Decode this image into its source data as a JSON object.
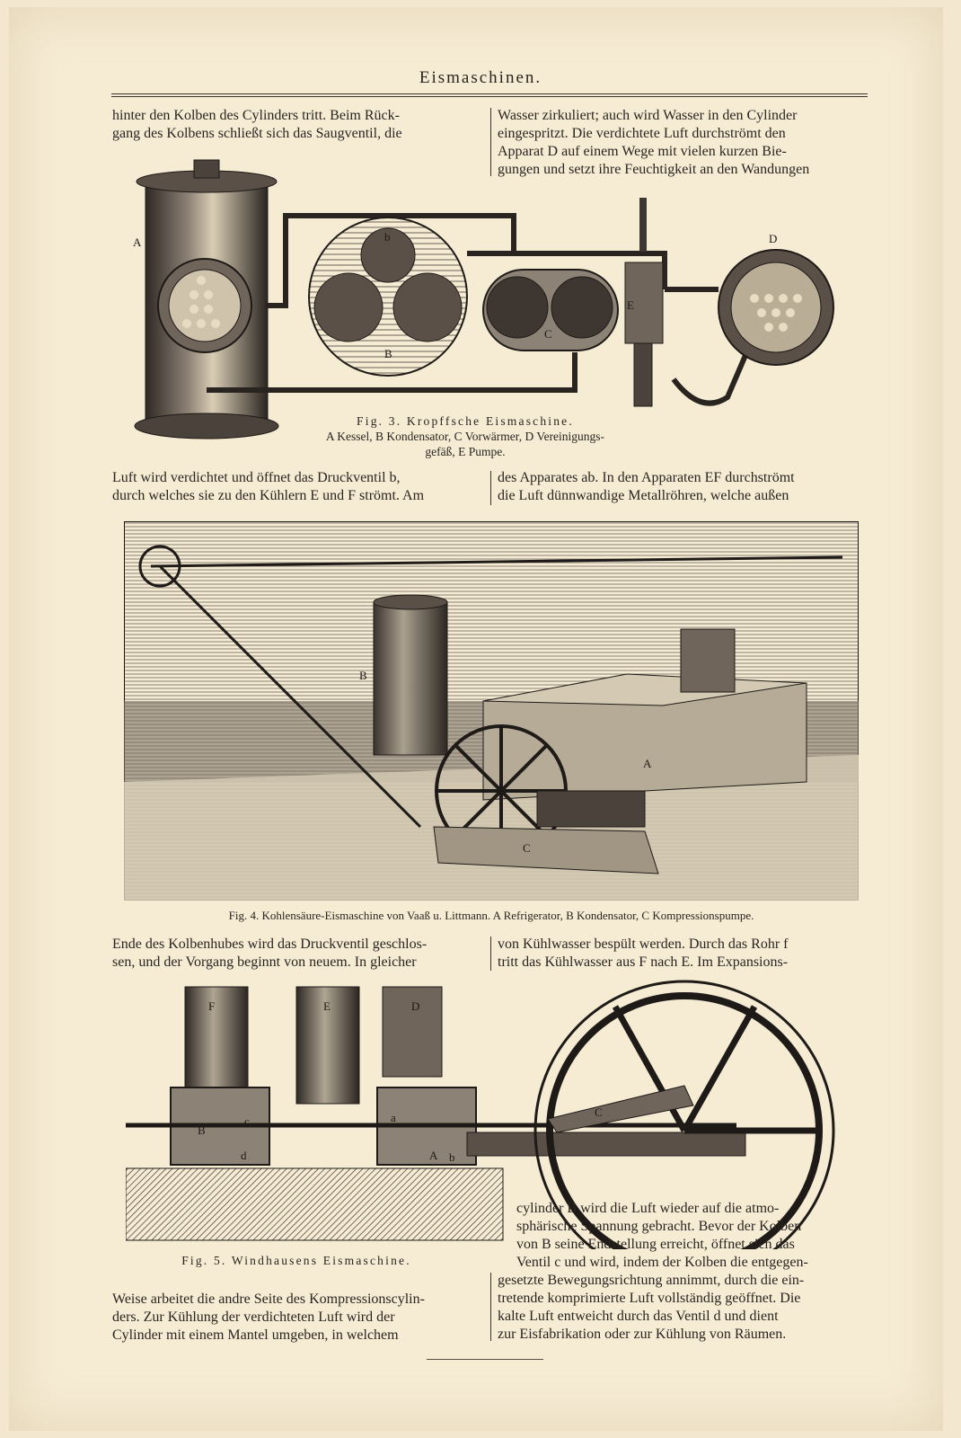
{
  "header": {
    "title": "Eismaschinen."
  },
  "section1": {
    "left": [
      "hinter den Kolben des Cylinders tritt. Beim Rück-",
      "gang des Kolbens schließt sich das Saugventil, die"
    ],
    "right": [
      "Wasser zirkuliert; auch wird Wasser in den Cylinder",
      "eingespritzt. Die verdichtete Luft durchströmt den",
      "Apparat D auf einem Wege mit vielen kurzen Bie-",
      "gungen und setzt ihre Feuchtigkeit an den Wandungen"
    ]
  },
  "fig3": {
    "title": "Fig. 3. Kropffsche Eismaschine.",
    "legend": [
      "A Kessel, B Kondensator, C Vorwärmer, D Vereinigungs-",
      "gefäß, E Pumpe."
    ],
    "labels": {
      "a": "A",
      "b": "B",
      "c": "C",
      "d": "D",
      "e": "E",
      "bb": "b"
    }
  },
  "section2": {
    "left": [
      "Luft wird verdichtet und öffnet das Druckventil b,",
      "durch welches sie zu den Kühlern E und F strömt. Am"
    ],
    "right": [
      "des Apparates ab. In den Apparaten EF durchströmt",
      "die Luft dünnwandige Metallröhren, welche außen"
    ]
  },
  "fig4": {
    "caption": "Fig. 4. Kohlensäure-Eismaschine von Vaaß u. Littmann. A Refrigerator, B Kondensator, C Kompressionspumpe.",
    "labels": {
      "a": "A",
      "b": "B",
      "c": "C"
    }
  },
  "section3": {
    "left": [
      "Ende des Kolbenhubes wird das Druckventil geschlos-",
      "sen, und der Vorgang beginnt von neuem. In gleicher"
    ],
    "right": [
      "von Kühlwasser bespült werden. Durch das Rohr f",
      "tritt das Kühlwasser aus F nach E. Im Expansions-"
    ]
  },
  "fig5": {
    "caption": "Fig. 5. Windhausens Eismaschine.",
    "labels": {
      "f": "F",
      "e": "E",
      "d": "D",
      "b": "B",
      "a": "A",
      "c": "C",
      "sa": "a",
      "sd": "d",
      "sb": "b",
      "sc": "c"
    }
  },
  "section4": {
    "right_top": [
      "cylinder B wird die Luft wieder auf die atmo-",
      "sphärische Spannung gebracht. Bevor der Kolben",
      "von B seine Endstellung erreicht, öffnet sich das",
      "Ventil c und wird, indem der Kolben die entgegen-"
    ],
    "left": [
      "Weise arbeitet die andre Seite des Kompressionscylin-",
      "ders. Zur Kühlung der verdichteten Luft wird der",
      "Cylinder mit einem Mantel umgeben, in welchem"
    ],
    "right": [
      "gesetzte Bewegungsrichtung annimmt, durch die ein-",
      "tretende komprimierte Luft vollständig geöffnet. Die",
      "kalte Luft entweicht durch das Ventil d und dient",
      "zur Eisfabrikation oder zur Kühlung von Räumen."
    ]
  }
}
